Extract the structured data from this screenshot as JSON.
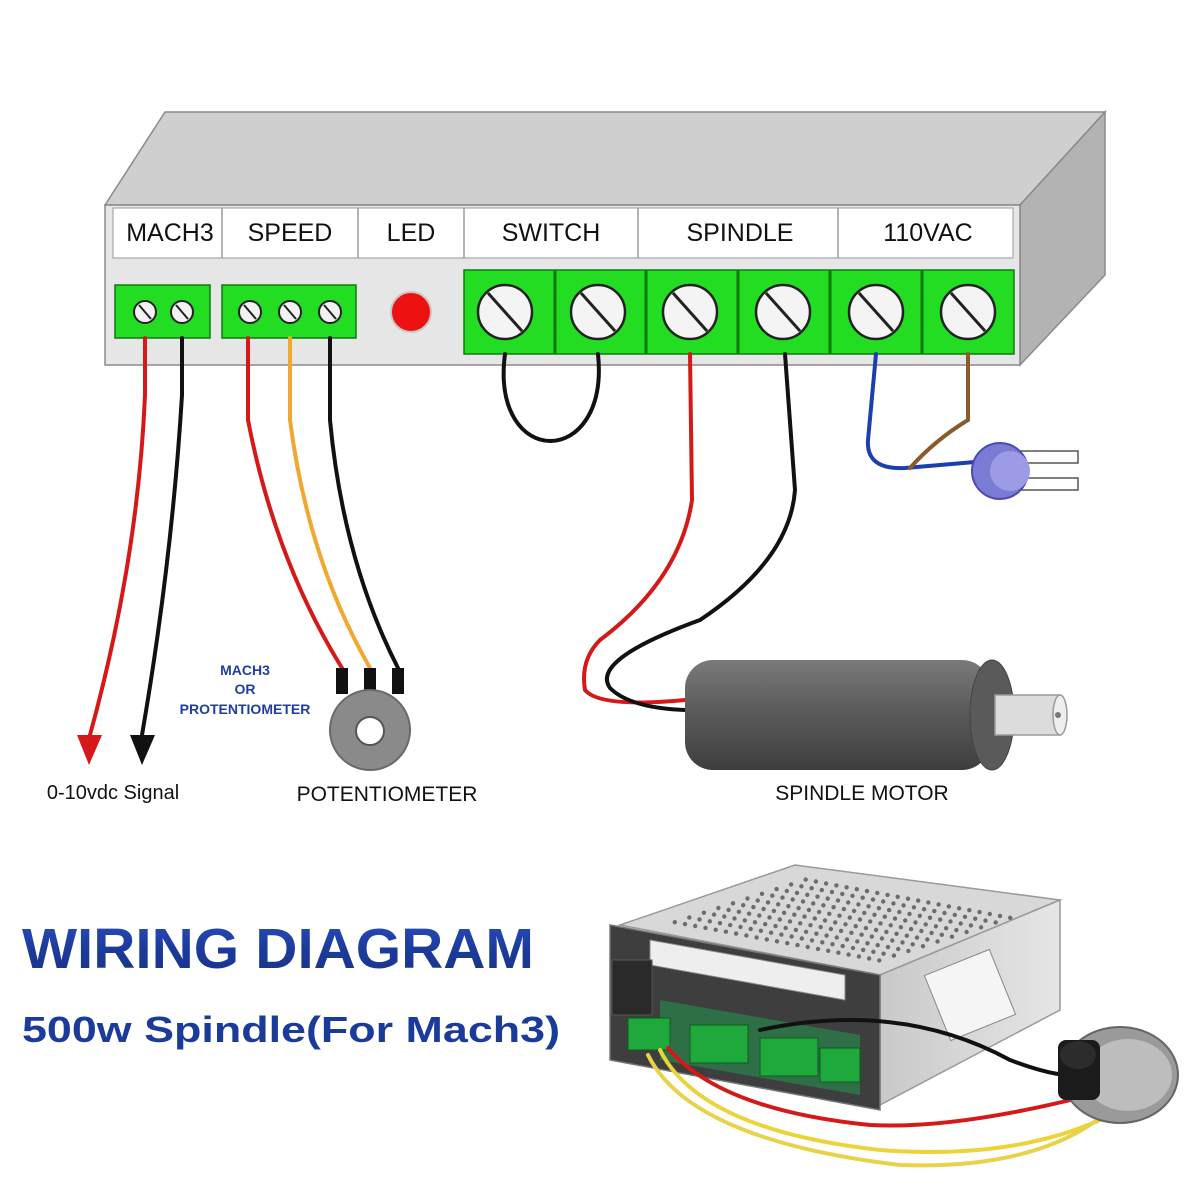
{
  "panel": {
    "sections": [
      {
        "key": "mach3",
        "label": "MACH3"
      },
      {
        "key": "speed",
        "label": "SPEED"
      },
      {
        "key": "led",
        "label": "LED"
      },
      {
        "key": "switch",
        "label": "SWITCH"
      },
      {
        "key": "spindle",
        "label": "SPINDLE"
      },
      {
        "key": "ac",
        "label": "110VAC"
      }
    ]
  },
  "labels": {
    "signal": "0-10vdc Signal",
    "potentiometer": "POTENTIOMETER",
    "spindle_motor": "SPINDLE MOTOR",
    "note_line1": "MACH3",
    "note_line2": "OR",
    "note_line3": "PROTENTIOMETER"
  },
  "title": {
    "main": "WIRING DIAGRAM",
    "sub": "500w Spindle(For Mach3)"
  },
  "colors": {
    "terminal_green": "#22dd22",
    "wire_red": "#d51919",
    "wire_black": "#111111",
    "wire_orange": "#f0a830",
    "wire_blue": "#1a3fae",
    "wire_brown": "#8a5a2b",
    "title_blue": "#1b3b9b",
    "led_red": "#ee1111"
  }
}
